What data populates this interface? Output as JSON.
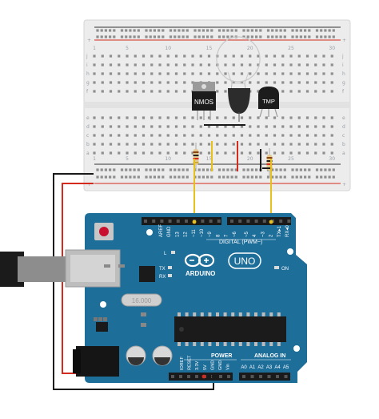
{
  "components": {
    "nmos": {
      "label": "NMOS"
    },
    "tmp": {
      "label": "TMP"
    }
  },
  "breadboard": {
    "row_labels_top": [
      "j",
      "i",
      "h",
      "g",
      "f"
    ],
    "row_labels_bottom": [
      "e",
      "d",
      "c",
      "b",
      "a"
    ],
    "column_numbers": [
      "1",
      "5",
      "10",
      "15",
      "20",
      "25",
      "30"
    ],
    "rail_plus": "+",
    "rail_minus": "−"
  },
  "arduino": {
    "logo_text": "ARDUINO",
    "model": "UNO",
    "digital_label": "DIGITAL (PWM~)",
    "power_label": "POWER",
    "analog_label": "ANALOG IN",
    "on_label": "ON",
    "l_label": "L",
    "tx_label": "TX",
    "rx_label": "RX",
    "crystal_label": "16.000",
    "digital_pins": [
      "AREF",
      "GND",
      "13",
      "12",
      "~11",
      "~10",
      "~9",
      "8",
      "7",
      "~6",
      "~5",
      "4",
      "~3",
      "2",
      "TX▸1",
      "RX◂0"
    ],
    "power_pins": [
      "IOREF",
      "RESET",
      "3.3V",
      "5V",
      "GND",
      "GND",
      "Vin"
    ],
    "analog_pins": [
      "A0",
      "A1",
      "A2",
      "A3",
      "A4",
      "A5"
    ]
  },
  "colors": {
    "board_blue": "#1e6e9a",
    "breadboard": "#efefef",
    "wire_yellow": "#e8c01a",
    "wire_red": "#d42b1e",
    "wire_black": "#1a1a1a"
  }
}
